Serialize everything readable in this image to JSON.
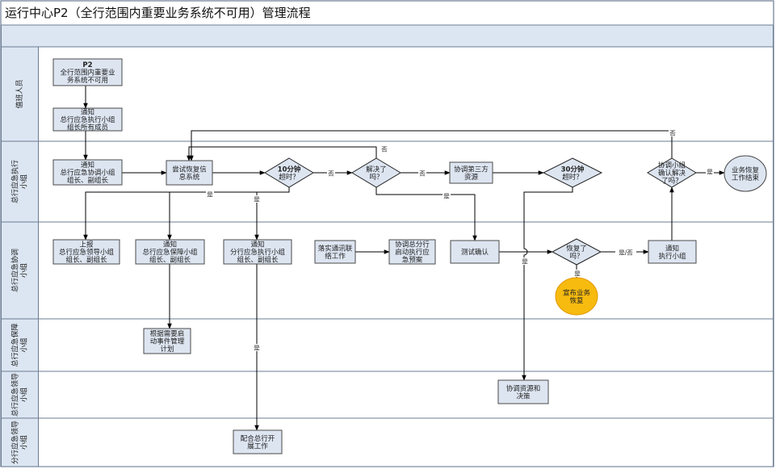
{
  "title": "运行中心P2（全行范围内重要业务系统不可用）管理流程",
  "lanes": [
    {
      "id": "duty",
      "label": [
        "值班人员"
      ]
    },
    {
      "id": "exec",
      "label": [
        "总行应急执行",
        "小组"
      ]
    },
    {
      "id": "coord",
      "label": [
        "总行应急协调",
        "小组"
      ]
    },
    {
      "id": "support",
      "label": [
        "总行应急保障",
        "小组"
      ]
    },
    {
      "id": "lead",
      "label": [
        "总行应急领导",
        "小组"
      ]
    },
    {
      "id": "branch",
      "label": [
        "分行应急领导",
        "小组"
      ]
    }
  ],
  "nodes": [
    {
      "id": "start",
      "shape": "rect",
      "lines": [
        "P2",
        "全行范围内重要业",
        "务系统不可用"
      ],
      "bold_first": true
    },
    {
      "id": "notify_all",
      "shape": "rect",
      "lines": [
        "通知",
        "总行应急执行小组",
        "组长所有成员"
      ]
    },
    {
      "id": "notify_coord",
      "shape": "rect",
      "lines": [
        "通知",
        "总行应急协调小组",
        "组长、副组长"
      ]
    },
    {
      "id": "try_restore",
      "shape": "rect",
      "lines": [
        "尝试恢复信",
        "息系统"
      ]
    },
    {
      "id": "d10",
      "shape": "diamond",
      "lines": [
        "10分钟",
        "超时？"
      ],
      "bold_first": true
    },
    {
      "id": "solved",
      "shape": "diamond",
      "lines": [
        "解决了",
        "吗？"
      ]
    },
    {
      "id": "coord_third",
      "shape": "rect",
      "lines": [
        "协调第三方",
        "资源"
      ]
    },
    {
      "id": "d30",
      "shape": "diamond",
      "lines": [
        "30分钟",
        "超时？"
      ],
      "bold_first": true
    },
    {
      "id": "confirm_coord",
      "shape": "diamond",
      "lines": [
        "协调小组",
        "确认解决",
        "了吗？"
      ]
    },
    {
      "id": "end",
      "shape": "ellipse",
      "lines": [
        "业务恢复",
        "工作结束"
      ]
    },
    {
      "id": "report_lead",
      "shape": "rect",
      "lines": [
        "上报",
        "总行应急领导小组",
        "组长、副组长"
      ]
    },
    {
      "id": "notify_support",
      "shape": "rect",
      "lines": [
        "通知",
        "总行应急保障小组",
        "组长、副组长"
      ]
    },
    {
      "id": "notify_branch",
      "shape": "rect",
      "lines": [
        "通知",
        "分行应急执行小组",
        "组长、副组长"
      ]
    },
    {
      "id": "comm",
      "shape": "rect",
      "lines": [
        "落实通讯联",
        "络工作"
      ]
    },
    {
      "id": "coord_branch",
      "shape": "rect",
      "lines": [
        "协调总分行",
        "启动执行应",
        "急预案"
      ]
    },
    {
      "id": "test",
      "shape": "rect",
      "lines": [
        "测试确认"
      ]
    },
    {
      "id": "recovered",
      "shape": "diamond",
      "lines": [
        "恢复了",
        "吗？"
      ]
    },
    {
      "id": "notify_exec",
      "shape": "rect",
      "lines": [
        "通知",
        "执行小组"
      ]
    },
    {
      "id": "announce",
      "shape": "ellipse",
      "lines": [
        "宣布业务",
        "恢复"
      ],
      "highlight": true
    },
    {
      "id": "plan",
      "shape": "rect",
      "lines": [
        "根据需要启",
        "动事件管理",
        "计划"
      ]
    },
    {
      "id": "decide",
      "shape": "rect",
      "lines": [
        "协调资源和",
        "决策"
      ]
    },
    {
      "id": "cooperate",
      "shape": "rect",
      "lines": [
        "配合总行开",
        "展工作"
      ]
    }
  ],
  "edge_labels": {
    "yes": "是",
    "no": "否",
    "yes_no": "是/否"
  },
  "colors": {
    "box_fill": "#dde5f1",
    "highlight_fill": "#f7bb10",
    "header_fill": "#dce6f2"
  }
}
